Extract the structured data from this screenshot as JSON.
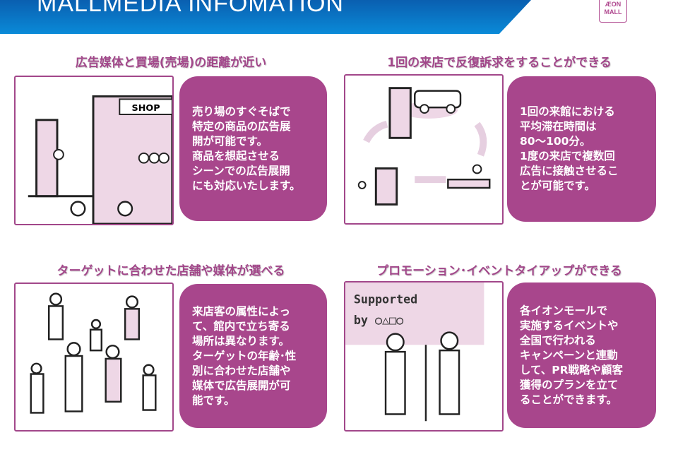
{
  "header": {
    "title": "MALLMEDIA INFOMATION",
    "logo_text": "ÆON MALL"
  },
  "colors": {
    "accent": "#a8468c",
    "banner": "#0a7ac8"
  },
  "panels": [
    {
      "heading": "広告媒体と買場(売場)の距離が近い",
      "text": "売り場のすぐそばで\n特定の商品の広告展\n開が可能です。\n商品を想起させる\nシーンでの広告展開\nにも対応いたします。",
      "illustration_text": "SHOP"
    },
    {
      "heading": "1回の来店で反復訴求をすることができる",
      "text": "1回の来館における\n平均滞在時間は\n80～100分。\n1度の来店で複数回\n広告に接触させるこ\nとが可能です。"
    },
    {
      "heading": "ターゲットに合わせた店舗や媒体が選べる",
      "text": "来店客の属性によっ\nて、館内で立ち寄る\n場所は異なります。\nターゲットの年齢･性\n別に合わせた店舗や\n媒体で広告展開が可\n能です。"
    },
    {
      "heading": "プロモーション･イベントタイアップができる",
      "text": "各イオンモールで\n実施するイベントや\n全国で行われる\nキャンペーンと連動\nして、PR戦略や顧客\n獲得のプランを立て\nることができます。",
      "illustration_text": "Supported\nby ○△□○"
    }
  ]
}
